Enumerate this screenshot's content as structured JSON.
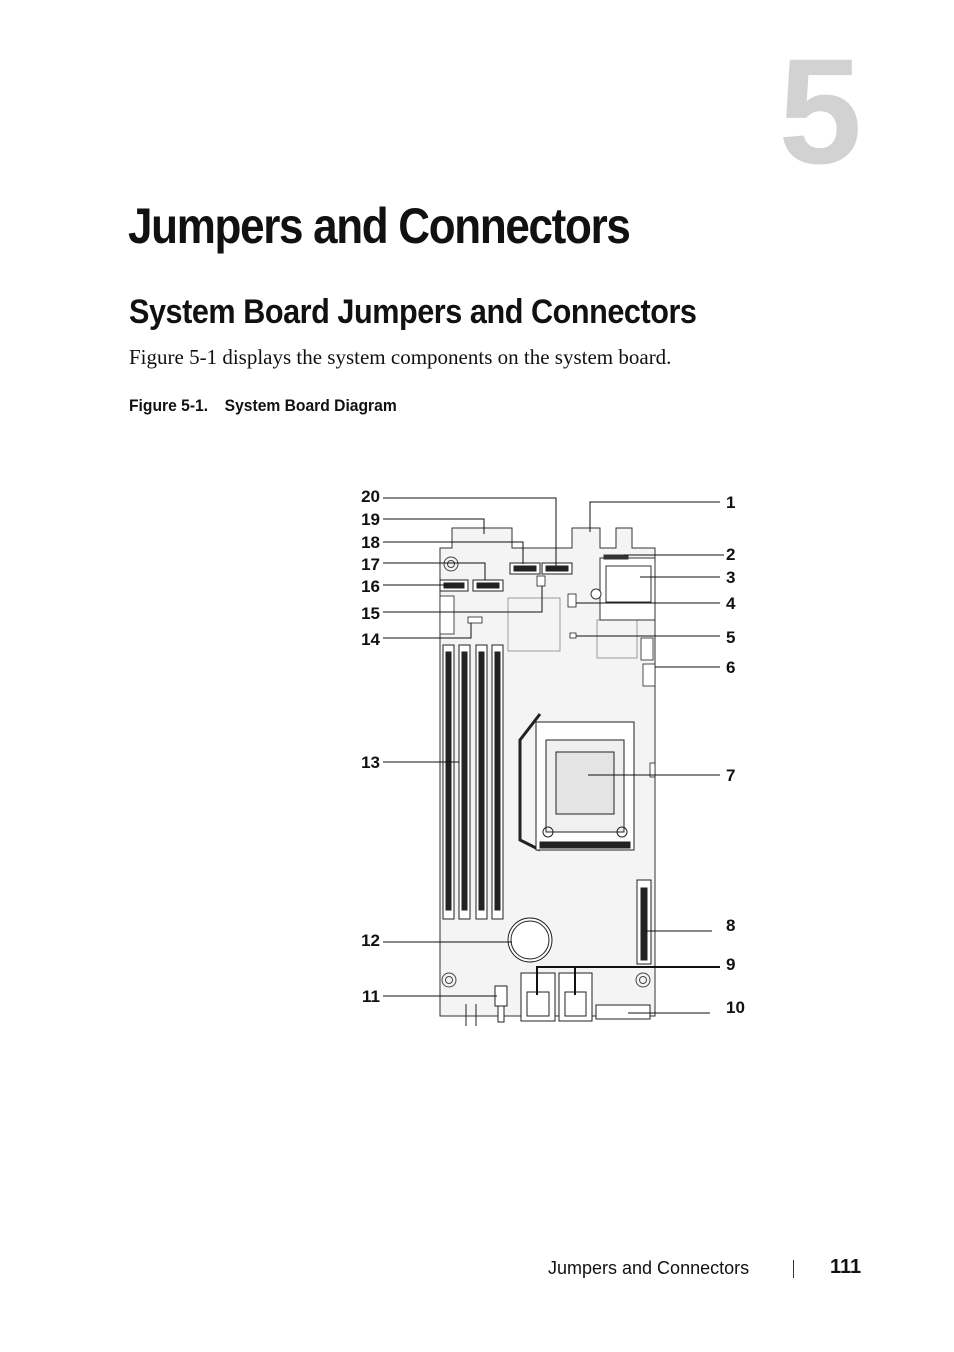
{
  "chapter": {
    "number": "5",
    "title": "Jumpers and Connectors"
  },
  "section": {
    "title": "System Board Jumpers and Connectors",
    "intro": "Figure 5-1 displays the system components on the system board."
  },
  "figure": {
    "label": "Figure 5-1.",
    "title": "System Board Diagram",
    "callouts_left": [
      "20",
      "19",
      "18",
      "17",
      "16",
      "15",
      "14",
      "13",
      "12",
      "11"
    ],
    "callouts_right": [
      "1",
      "2",
      "3",
      "4",
      "5",
      "6",
      "7",
      "8",
      "9",
      "10"
    ]
  },
  "footer": {
    "section": "Jumpers and Connectors",
    "page": "111"
  }
}
